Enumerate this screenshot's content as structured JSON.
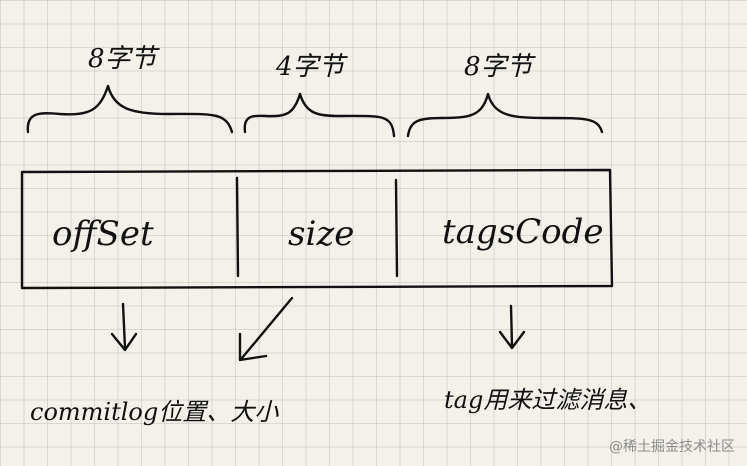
{
  "byte_labels": {
    "offset": "8字节",
    "size": "4字节",
    "tags_code": "8字节"
  },
  "fields": {
    "offset": "offSet",
    "size": "size",
    "tags_code": "tagsCode"
  },
  "notes": {
    "left": "commitlog位置、大小",
    "right": "tag用来过滤消息、"
  },
  "watermark": "@稀土掘金技术社区"
}
